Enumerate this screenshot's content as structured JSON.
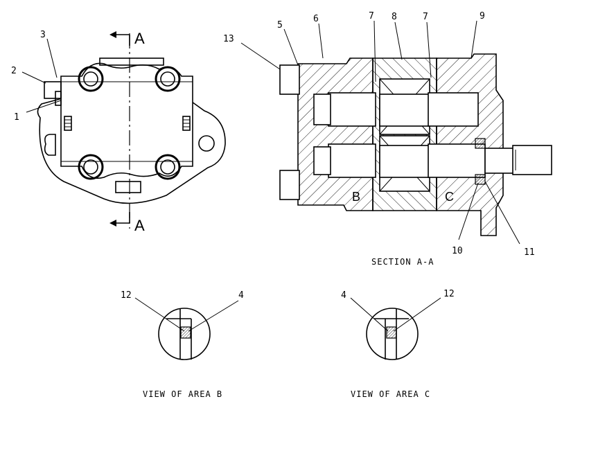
{
  "callouts": {
    "c1": "1",
    "c2": "2",
    "c3": "3",
    "c4a": "4",
    "c4b": "4",
    "c5": "5",
    "c6": "6",
    "c7a": "7",
    "c7b": "7",
    "c8": "8",
    "c9": "9",
    "c10": "10",
    "c11": "11",
    "c12a": "12",
    "c12b": "12",
    "c13": "13"
  },
  "section_markers": {
    "top": "A",
    "bottom": "A"
  },
  "area_letters": {
    "b": "B",
    "c": "C"
  },
  "captions": {
    "section": "SECTION A-A",
    "view_b": "VIEW OF AREA B",
    "view_c": "VIEW OF AREA C"
  },
  "colors": {
    "line": "#000000",
    "background": "#ffffff"
  }
}
